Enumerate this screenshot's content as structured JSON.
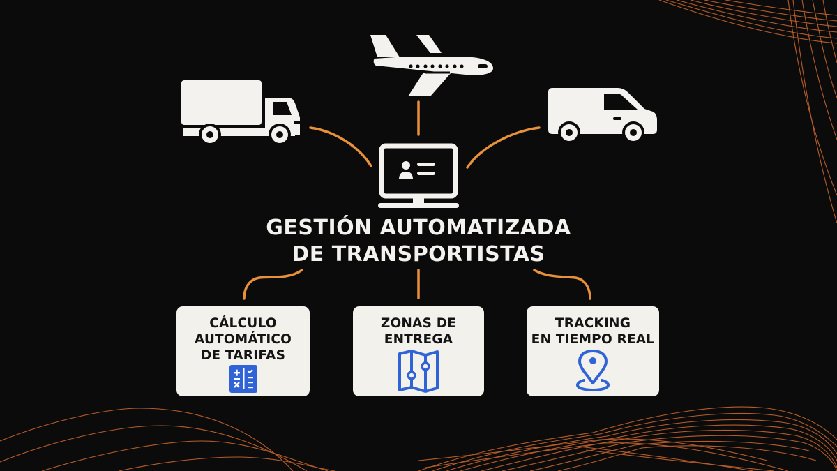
{
  "diagram": {
    "title": {
      "line1": "GESTIÓN AUTOMATIZADA",
      "line2": "DE TRANSPORTISTAS"
    },
    "center_node": {
      "icon": "computer-monitor-contact-icon"
    },
    "top_nodes": [
      {
        "id": "truck",
        "icon": "truck-icon"
      },
      {
        "id": "airplane",
        "icon": "airplane-icon"
      },
      {
        "id": "van",
        "icon": "van-icon"
      }
    ],
    "feature_cards": [
      {
        "line1": "CÁLCULO",
        "line2": "AUTOMÁTICO",
        "line3": "DE TARIFAS",
        "icon": "calculator-icon"
      },
      {
        "line1": "ZONAS DE",
        "line2": "ENTREGA",
        "icon": "map-icon"
      },
      {
        "line1": "TRACKING",
        "line2": "EN TIEMPO REAL",
        "icon": "location-pin-icon"
      }
    ]
  },
  "colors": {
    "background": "#0b0b0c",
    "accent_orange": "#e8913a",
    "wave_orange": "#d8692e",
    "icon_white": "#f4f2ee",
    "card_bg": "#f3f1ec",
    "icon_blue": "#2f63d6"
  }
}
